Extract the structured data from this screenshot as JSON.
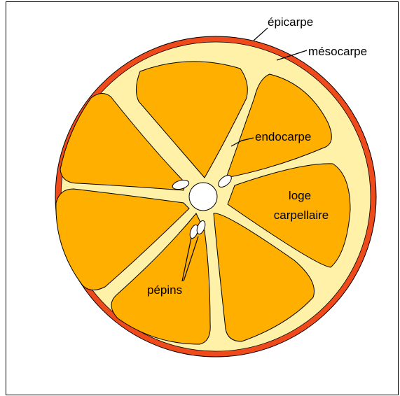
{
  "labels": {
    "epicarpe": "épicarpe",
    "mesocarpe": "mésocarpe",
    "endocarpe": "endocarpe",
    "loge_line1": "loge",
    "loge_line2": "carpellaire",
    "pepins": "pépins"
  },
  "colors": {
    "epicarpe": "#EE4A1C",
    "mesocarpe": "#FFF2A8",
    "segment": "#FFAF00",
    "outline": "#000000",
    "core": "#FFFFFF"
  }
}
